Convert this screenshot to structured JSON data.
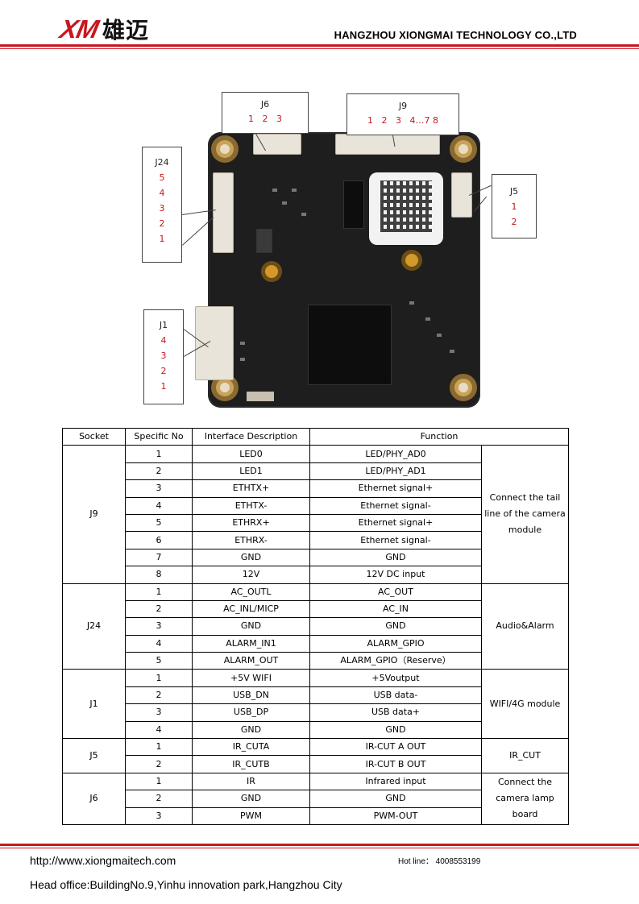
{
  "header": {
    "logo_latin": "XM",
    "logo_chinese": "雄迈",
    "company": "HANGZHOU XIONGMAI TECHNOLOGY CO.,LTD",
    "brand_color": "#c8161d"
  },
  "figure": {
    "labels": [
      {
        "id": "j6",
        "title": "J6",
        "pins": "1   2   3"
      },
      {
        "id": "j9",
        "title": "J9",
        "pins": "1   2   3   4…7 8"
      },
      {
        "id": "j24",
        "title": "J24",
        "pins": [
          "5",
          "4",
          "3",
          "2",
          "1"
        ]
      },
      {
        "id": "j5",
        "title": "J5",
        "pins": [
          "1",
          "2"
        ]
      },
      {
        "id": "j1",
        "title": "J1",
        "pins": [
          "4",
          "3",
          "2",
          "1"
        ]
      }
    ]
  },
  "table": {
    "headers": [
      "Socket",
      "Specific No",
      "Interface Description",
      "Function"
    ],
    "groups": [
      {
        "socket": "J9",
        "function_group": "Connect the tail line of the camera module",
        "rows": [
          [
            "1",
            "LED0",
            "LED/PHY_AD0"
          ],
          [
            "2",
            "LED1",
            "LED/PHY_AD1"
          ],
          [
            "3",
            "ETHTX+",
            "Ethernet signal+"
          ],
          [
            "4",
            "ETHTX-",
            "Ethernet signal-"
          ],
          [
            "5",
            "ETHRX+",
            "Ethernet signal+"
          ],
          [
            "6",
            "ETHRX-",
            "Ethernet signal-"
          ],
          [
            "7",
            "GND",
            "GND"
          ],
          [
            "8",
            "12V",
            "12V DC input"
          ]
        ]
      },
      {
        "socket": "J24",
        "function_group": "Audio&Alarm",
        "rows": [
          [
            "1",
            "AC_OUTL",
            "AC_OUT"
          ],
          [
            "2",
            "AC_INL/MICP",
            "AC_IN"
          ],
          [
            "3",
            "GND",
            "GND"
          ],
          [
            "4",
            "ALARM_IN1",
            "ALARM_GPIO"
          ],
          [
            "5",
            "ALARM_OUT",
            "ALARM_GPIO（Reserve）"
          ]
        ]
      },
      {
        "socket": "J1",
        "function_group": "WIFI/4G module",
        "rows": [
          [
            "1",
            "+5V WIFI",
            "+5Voutput"
          ],
          [
            "2",
            "USB_DN",
            "USB data-"
          ],
          [
            "3",
            "USB_DP",
            "USB data+"
          ],
          [
            "4",
            "GND",
            "GND"
          ]
        ]
      },
      {
        "socket": "J5",
        "function_group": "IR_CUT",
        "rows": [
          [
            "1",
            "IR_CUTA",
            "IR-CUT A OUT"
          ],
          [
            "2",
            "IR_CUTB",
            "IR-CUT B OUT"
          ]
        ]
      },
      {
        "socket": "J6",
        "function_group": "Connect the camera lamp board",
        "rows": [
          [
            "1",
            "IR",
            "Infrared input"
          ],
          [
            "2",
            "GND",
            "GND"
          ],
          [
            "3",
            "PWM",
            "PWM-OUT"
          ]
        ]
      }
    ]
  },
  "footer": {
    "url": "http://www.xiongmaitech.com",
    "hotline": "Hot line： 4008553199",
    "office": "Head office:BuildingNo.9,Yinhu innovation park,Hangzhou City"
  }
}
